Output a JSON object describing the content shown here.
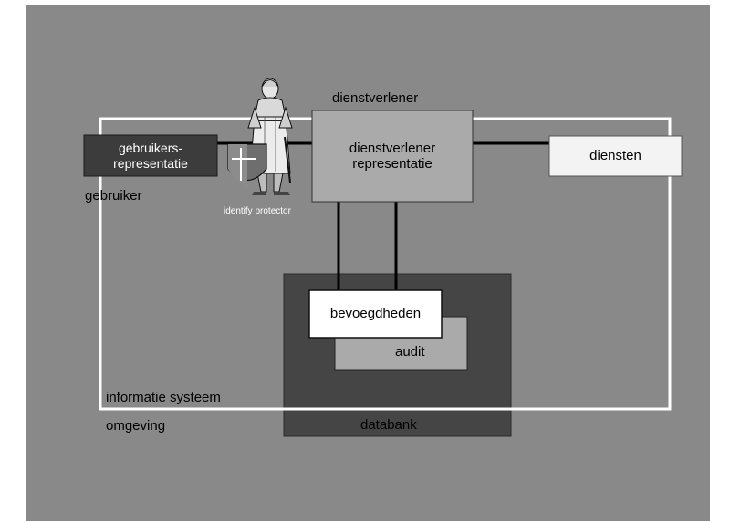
{
  "diagram": {
    "boxes": {
      "gebruikers_representatie": "gebruikers-\nrepresentatie",
      "dienstverlener_representatie": "dienstverlener\nrepresentatie",
      "diensten": "diensten",
      "bevoegdheden": "bevoegdheden",
      "audit": "audit",
      "databank": "databank"
    },
    "labels": {
      "gebruiker": "gebruiker",
      "dienstverlener": "dienstverlener",
      "informatie_systeem": "informatie systeem",
      "omgeving": "omgeving",
      "identify_protector": "identify protector"
    },
    "figure": {
      "icon": "knight-with-shield-icon"
    },
    "colors": {
      "background": "#898989",
      "page": "#ffffff",
      "system_border": "#ffffff",
      "dark_box": "#3c3c3c",
      "medium_box": "#aaaaaa",
      "light_box": "#f3f3f3",
      "databank": "#454545"
    }
  }
}
